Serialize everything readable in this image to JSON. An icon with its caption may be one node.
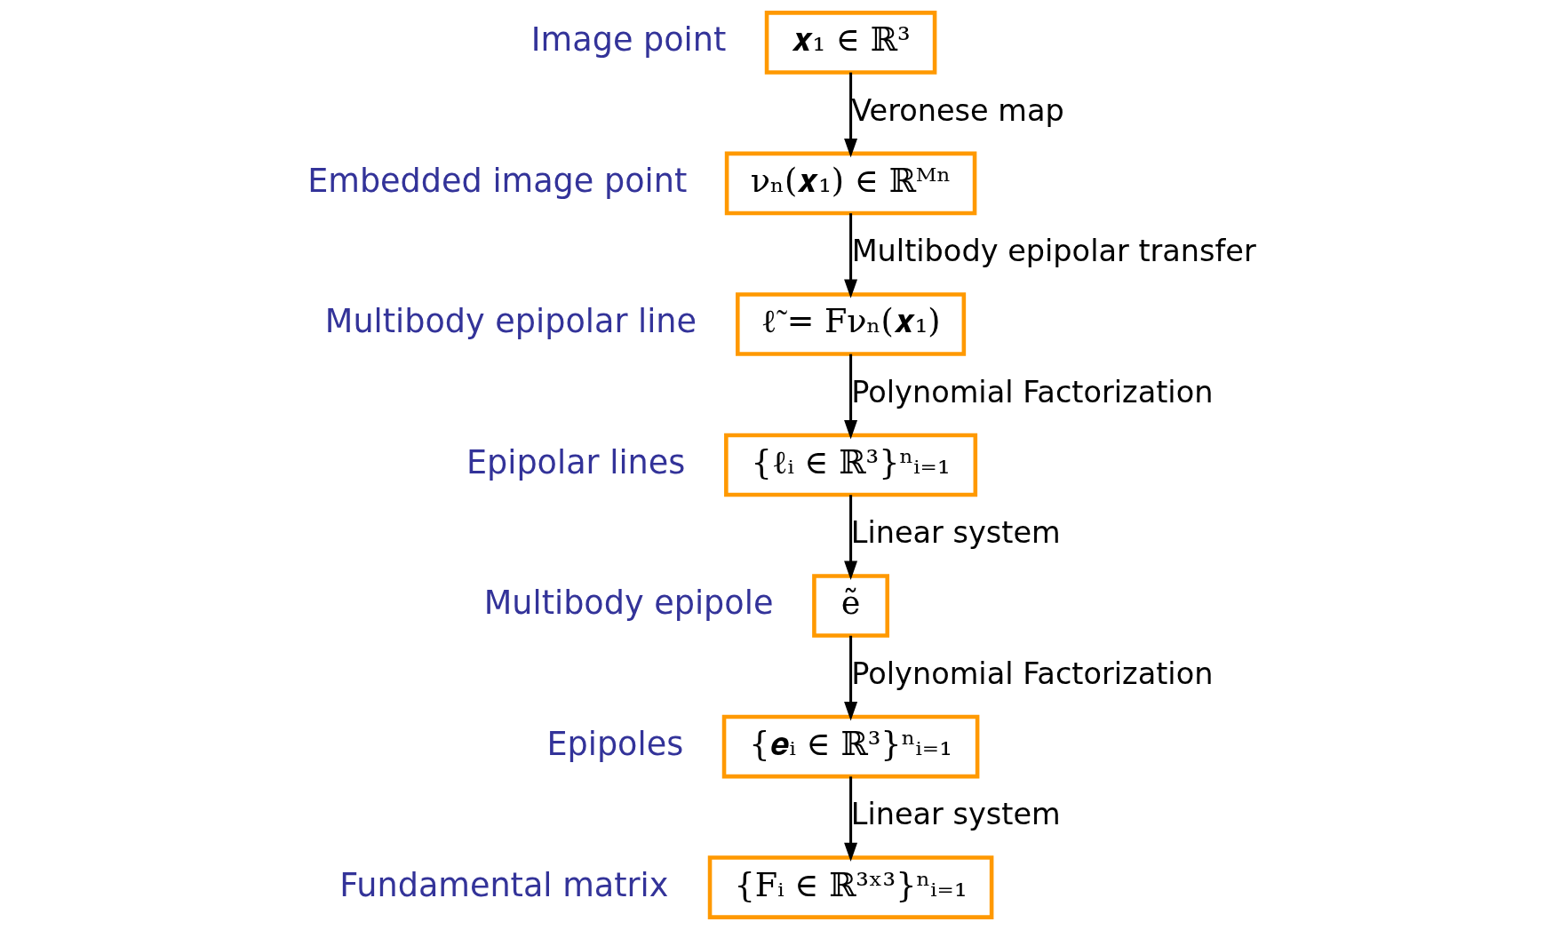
{
  "diagram": {
    "nodes": [
      {
        "text": [
          "𝒙₁ ∈ ℝ³"
        ],
        "beside": [
          "Image point"
        ]
      },
      {
        "text": [
          "νₙ(𝒙₁) ∈ ℝᴹⁿ"
        ],
        "beside": [
          "Embedded image point"
        ]
      },
      {
        "text": [
          "ℓ̃ = Fνₙ(𝒙₁)"
        ],
        "beside": [
          "Multibody epipolar line"
        ]
      },
      {
        "text": [
          "{ℓᵢ ∈ ℝ³}ⁿᵢ₌₁"
        ],
        "beside": [
          "Epipolar lines"
        ]
      },
      {
        "text": [
          "ẽ"
        ],
        "beside": [
          "Multibody epipole"
        ]
      },
      {
        "text": [
          "{𝒆ᵢ ∈ ℝ³}ⁿᵢ₌₁"
        ],
        "beside": [
          "Epipoles"
        ]
      },
      {
        "text": [
          "{Fᵢ ∈ ℝ³ˣ³}ⁿᵢ₌₁"
        ],
        "beside": [
          "Fundamental matrix"
        ]
      }
    ],
    "edges": [
      {
        "from": 0,
        "to": 1,
        "arrow": "to",
        "label": "Veronese map"
      },
      {
        "from": 1,
        "to": 2,
        "arrow": "to",
        "label": "Multibody epipolar transfer"
      },
      {
        "from": 2,
        "to": 3,
        "arrow": "to",
        "label": "Polynomial Factorization"
      },
      {
        "from": 3,
        "to": 4,
        "arrow": "to",
        "label": "Linear system"
      },
      {
        "from": 4,
        "to": 5,
        "arrow": "to",
        "label": "Polynomial Factorization"
      },
      {
        "from": 5,
        "to": 6,
        "arrow": "to",
        "label": "Linear system"
      }
    ]
  }
}
